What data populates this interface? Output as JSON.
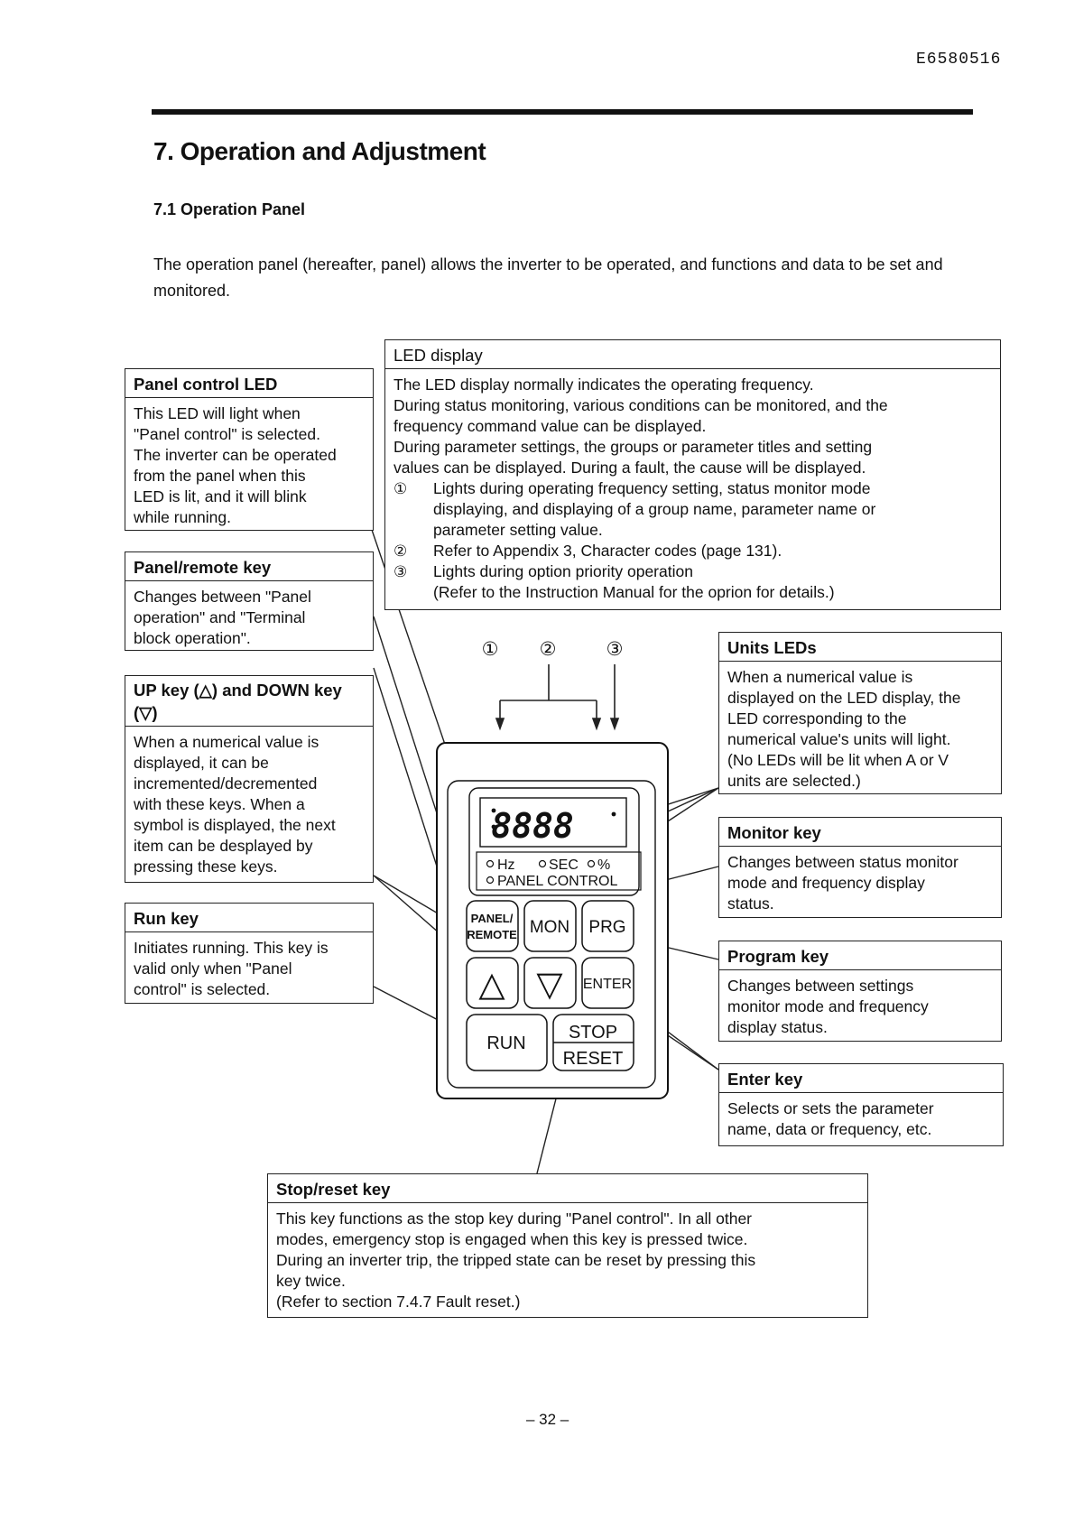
{
  "header": {
    "doc_number": "E6580516"
  },
  "section": {
    "title": "7. Operation and Adjustment",
    "subtitle": "7.1 Operation Panel",
    "intro": "The operation panel (hereafter, panel) allows the inverter to be operated, and functions and data to be set and monitored."
  },
  "callouts": {
    "panel_control_led": {
      "title": "Panel control LED",
      "body": "This LED will light when\n\"Panel control\" is selected.\nThe inverter can be operated\nfrom the panel when this\nLED is lit, and it will blink\nwhile running."
    },
    "panel_remote_key": {
      "title": "Panel/remote key",
      "body": "Changes between \"Panel\noperation\" and \"Terminal\nblock operation\"."
    },
    "up_down_key": {
      "title": "UP key (△) and DOWN key\n(▽)",
      "body": "When a numerical value is\ndisplayed, it can be\nincremented/decremented\nwith these keys. When a\nsymbol is displayed, the next\nitem can be desplayed by\npressing these keys."
    },
    "run_key": {
      "title": "Run key",
      "body": "Initiates running. This key is\nvalid only when \"Panel\ncontrol\" is selected."
    },
    "led_display": {
      "title": "LED display",
      "lines": [
        "The LED display normally indicates the operating frequency.",
        "During status monitoring, various conditions can be monitored, and the",
        "frequency command value can be displayed.",
        "During parameter settings, the groups or parameter titles and setting",
        "values can be displayed. During a fault, the cause will be displayed."
      ],
      "items": [
        {
          "marker": "①",
          "text": "Lights during operating frequency setting, status monitor mode\ndisplaying, and displaying of a group name, parameter name or\nparameter setting value."
        },
        {
          "marker": "②",
          "text": "Refer to Appendix 3, Character codes (page 131)."
        },
        {
          "marker": "③",
          "text": "Lights during option priority operation\n(Refer to the Instruction Manual for the oprion for details.)"
        }
      ]
    },
    "units_leds": {
      "title": "Units LEDs",
      "body": "When a numerical value is\ndisplayed on the LED display, the\nLED corresponding to the\nnumerical value's units will light.\n(No LEDs will be lit when A or V\nunits are selected.)"
    },
    "monitor_key": {
      "title": "Monitor key",
      "body": "Changes between status monitor\nmode and frequency display\nstatus."
    },
    "program_key": {
      "title": "Program key",
      "body": "Changes between settings\nmonitor mode and frequency\ndisplay status."
    },
    "enter_key": {
      "title": "Enter key",
      "body": "Selects or sets the parameter\nname, data or frequency, etc."
    },
    "stop_reset_key": {
      "title": "Stop/reset key",
      "body": "This key functions as the stop key during \"Panel control\". In all other\nmodes, emergency stop is engaged when this key is pressed twice.\nDuring an inverter trip, the tripped state can be reset by pressing this\nkey twice.\n(Refer to section 7.4.7 Fault reset.)"
    }
  },
  "panel": {
    "markers": [
      "①",
      "②",
      "③"
    ],
    "display_digits": "8888",
    "unit_hz": "Hz",
    "unit_sec": "SEC",
    "unit_pct": "%",
    "panel_control_label": "PANEL CONTROL",
    "keys": {
      "panel_line1": "PANEL/",
      "panel_line2": "REMOTE",
      "mon": "MON",
      "prg": "PRG",
      "up": "△",
      "down": "▽",
      "enter": "ENTER",
      "run": "RUN",
      "stop": "STOP",
      "reset": "RESET"
    }
  },
  "footer": {
    "page": "– 32 –"
  }
}
